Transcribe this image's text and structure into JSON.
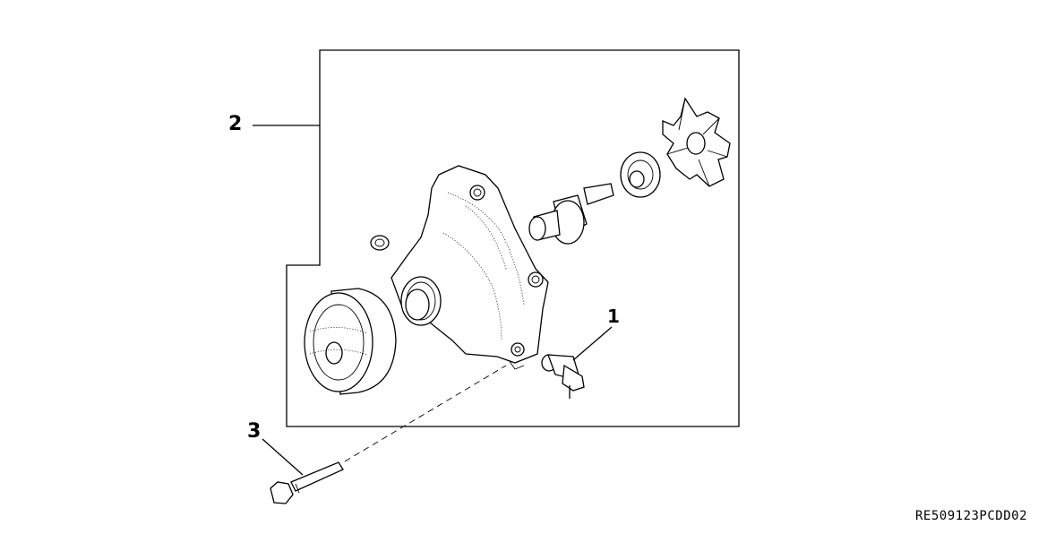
{
  "callouts": {
    "one": "1",
    "two": "2",
    "three": "3"
  },
  "reference_code": "RE509123PCDD02"
}
